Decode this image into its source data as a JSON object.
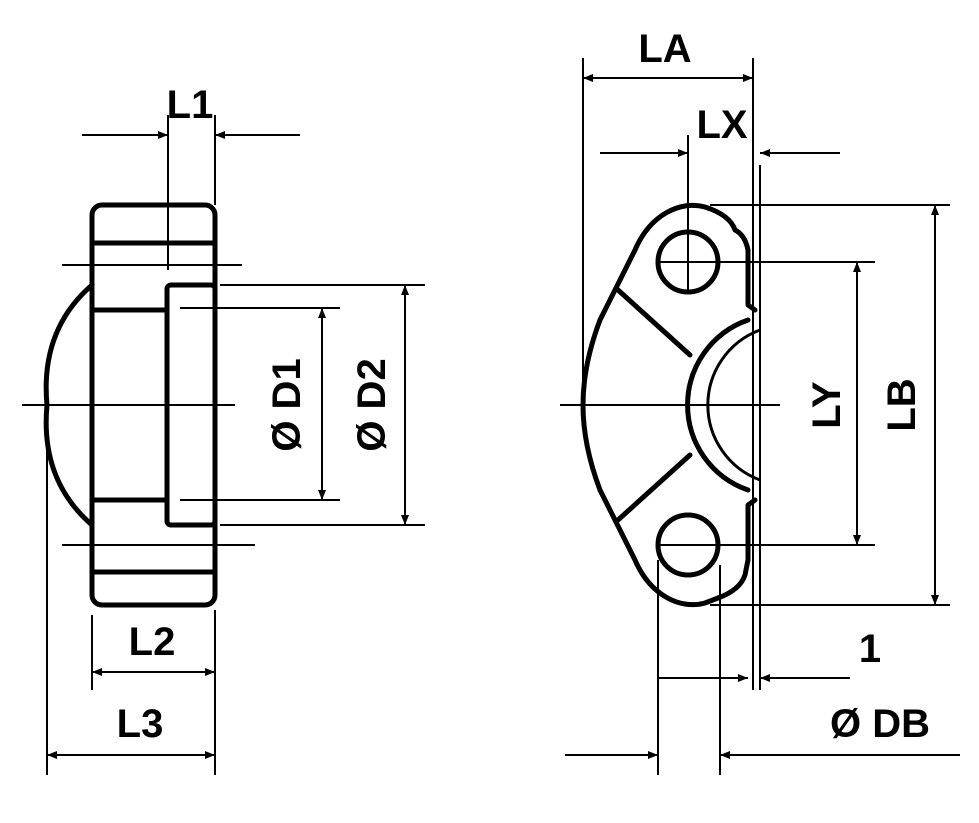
{
  "side_view": {
    "labels": {
      "l1": "L1",
      "l2": "L2",
      "l3": "L3",
      "d1": "Ø D1",
      "d2": "Ø D2"
    }
  },
  "front_view": {
    "labels": {
      "la": "LA",
      "lx": "LX",
      "ly": "LY",
      "lb": "LB",
      "one": "1",
      "db": "Ø DB"
    }
  }
}
